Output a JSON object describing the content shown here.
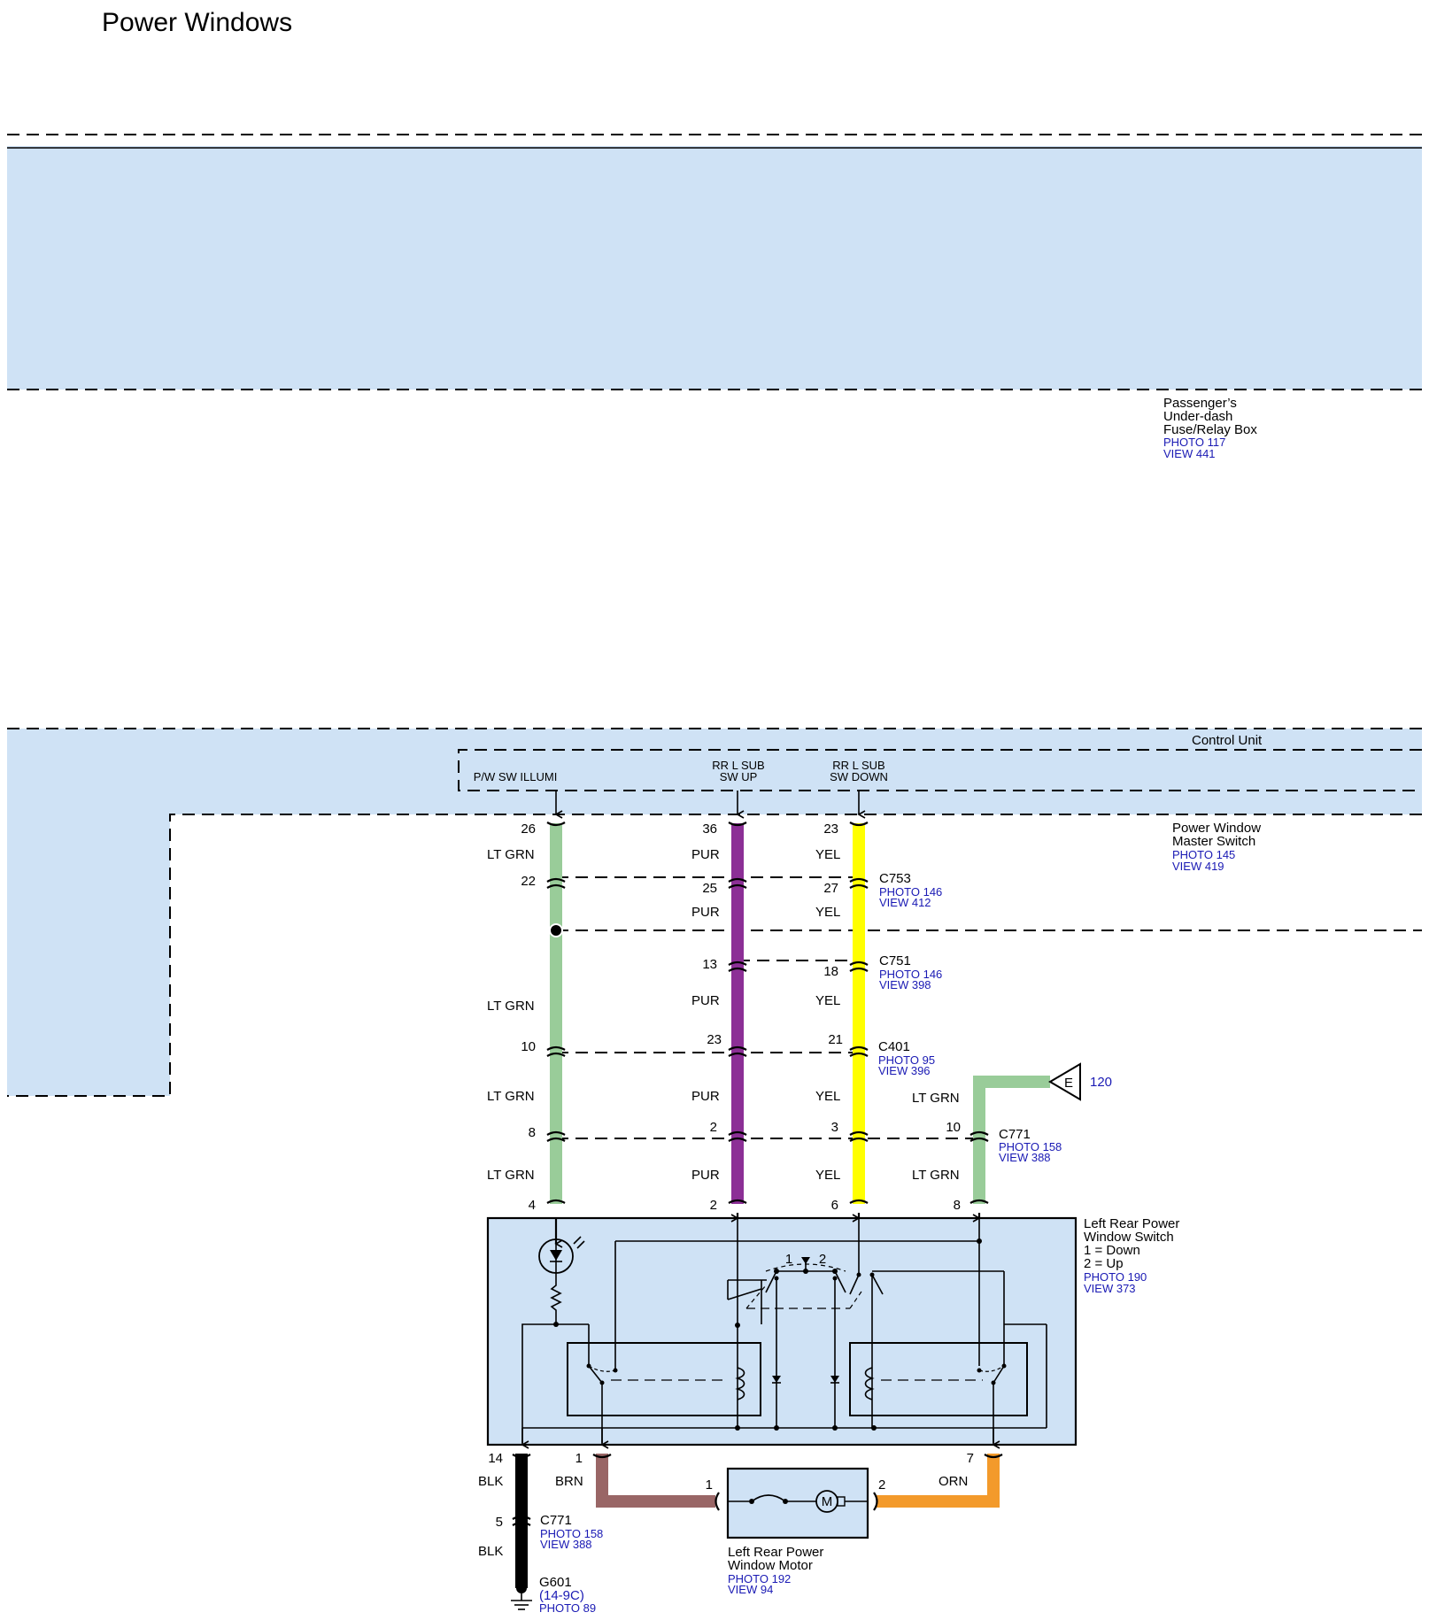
{
  "title": "Power Windows",
  "fuse_box": {
    "name": [
      "Passenger’s",
      "Under-dash",
      "Fuse/Relay Box"
    ],
    "photo": "PHOTO 117",
    "view": "VIEW 441"
  },
  "control_unit": {
    "name": "Control Unit",
    "pins": [
      "P/W SW ILLUMI",
      "RR L SUB",
      "SW UP",
      "RR L SUB",
      "SW DOWN"
    ]
  },
  "master_switch": {
    "name": [
      "Power Window",
      "Master Switch"
    ],
    "photo": "PHOTO 145",
    "view": "VIEW 419"
  },
  "connectors": {
    "c753": {
      "id": "C753",
      "photo": "PHOTO 146",
      "view": "VIEW 412"
    },
    "c751": {
      "id": "C751",
      "photo": "PHOTO 146",
      "view": "VIEW 398"
    },
    "c401": {
      "id": "C401",
      "photo": "PHOTO 95",
      "view": "VIEW 396"
    },
    "c771a": {
      "id": "C771",
      "photo": "PHOTO 158",
      "view": "VIEW 388"
    },
    "c771b": {
      "id": "C771",
      "photo": "PHOTO 158",
      "view": "VIEW 388"
    }
  },
  "wire_colors": {
    "ltgrn": "LT GRN",
    "pur": "PUR",
    "yel": "YEL",
    "blk": "BLK",
    "brn": "BRN",
    "orn": "ORN"
  },
  "pins": {
    "p26": "26",
    "p36": "36",
    "p23a": "23",
    "p22": "22",
    "p25": "25",
    "p27": "27",
    "p13": "13",
    "p18": "18",
    "p10a": "10",
    "p23b": "23",
    "p21": "21",
    "p8a": "8",
    "p2a": "2",
    "p3": "3",
    "p10b": "10",
    "p4": "4",
    "p2b": "2",
    "p6": "6",
    "p8b": "8",
    "p14": "14",
    "p1a": "1",
    "p7": "7",
    "p5": "5",
    "p1b": "1",
    "p2c": "2"
  },
  "offpage": {
    "letter": "E",
    "ref": "120"
  },
  "left_rear_switch": {
    "name": [
      "Left Rear Power",
      "Window Switch"
    ],
    "legend": [
      "1 = Down",
      "2 = Up"
    ],
    "photo": "PHOTO 190",
    "view": "VIEW 373",
    "pos1": "1",
    "pos2": "2"
  },
  "motor": {
    "symbol": "M",
    "name": [
      "Left Rear Power",
      "Window Motor"
    ],
    "photo": "PHOTO 192",
    "view": "VIEW 94"
  },
  "ground": {
    "id": "G601",
    "loc": "(14-9C)",
    "photo": "PHOTO 89"
  },
  "colors": {
    "region": "#cfe2f5",
    "ltgrn": "#99cc99",
    "pur": "#8c2f96",
    "yel": "#ffff00",
    "blk": "#000000",
    "brn": "#996666",
    "orn": "#f39a2b",
    "ref": "#1a1ab4"
  }
}
